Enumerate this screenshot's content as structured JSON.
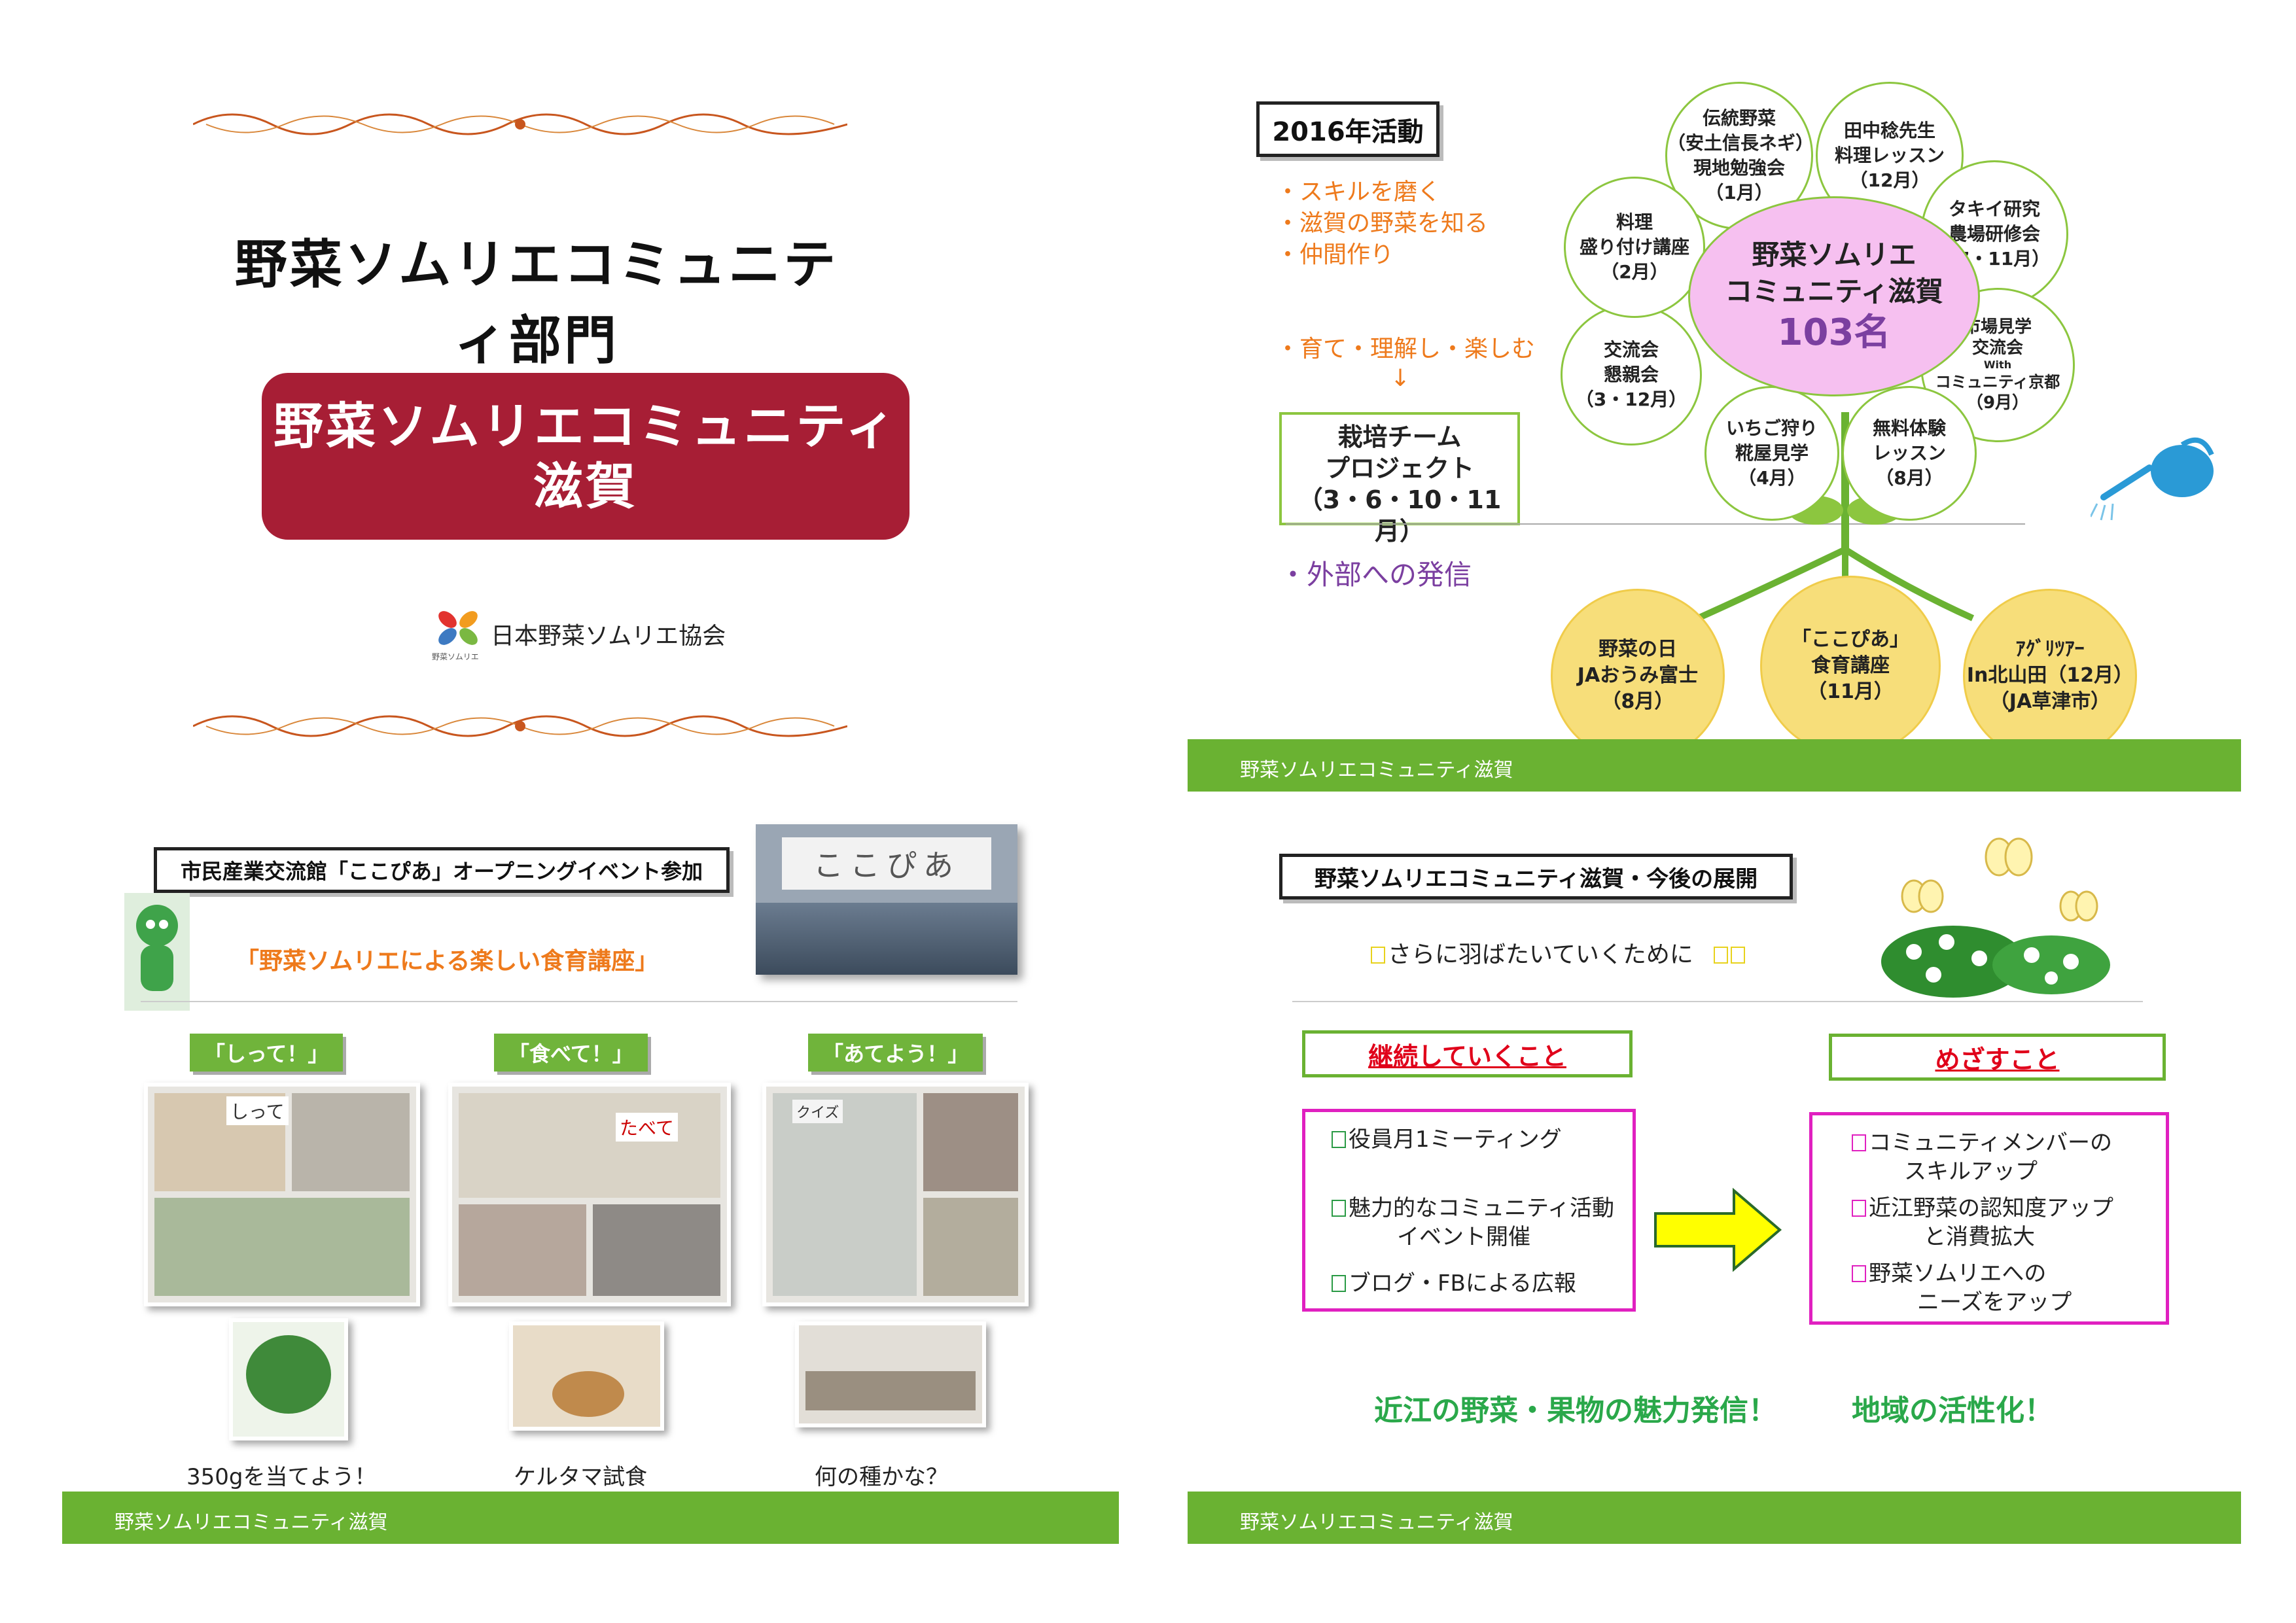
{
  "slide1": {
    "title": "野菜ソムリエコミュニティ部門",
    "box_line1": "野菜ソムリエコミュニティ",
    "box_line2": "滋賀",
    "org": "日本野菜ソムリエ協会",
    "logo_small": "野菜ソムリエ"
  },
  "slide2": {
    "badge": "2016年活動",
    "bullets": [
      "・スキルを磨く",
      "・滋賀の野菜を知る",
      "・仲間作り"
    ],
    "grow": "・育て・理解し・楽しむ",
    "arrow": "↓",
    "project_line1": "栽培チーム",
    "project_line2": "プロジェクト",
    "project_line3": "（3・6・10・11月）",
    "outreach": "・外部への発信",
    "center_line1": "野菜ソムリエ",
    "center_line2": "コミュニティ滋賀",
    "center_count": "103名",
    "petals": [
      {
        "lines": [
          "伝統野菜",
          "（安土信長ネギ）",
          "現地勉強会",
          "（1月）"
        ]
      },
      {
        "lines": [
          "田中稔先生",
          "料理レッスン",
          "（12月）"
        ]
      },
      {
        "lines": [
          "タキイ研究",
          "農場研修会",
          "（7・11月）"
        ]
      },
      {
        "lines": [
          "市場見学",
          "交流会",
          "With",
          "コミュニティ京都",
          "（9月）"
        ]
      },
      {
        "lines": [
          "無料体験",
          "レッスン",
          "（8月）"
        ]
      },
      {
        "lines": [
          "いちご狩り",
          "糀屋見学",
          "（4月）"
        ]
      },
      {
        "lines": [
          "交流会",
          "懇親会",
          "（3・12月）"
        ]
      },
      {
        "lines": [
          "料理",
          "盛り付け講座",
          "（2月）"
        ]
      }
    ],
    "roots": [
      {
        "lines": [
          "野菜の日",
          "JAおうみ富士",
          "（8月）"
        ]
      },
      {
        "lines": [
          "「ここぴあ」",
          "食育講座",
          "（11月）"
        ]
      },
      {
        "lines": [
          "ｱｸﾞﾘﾂｱｰ",
          "In北山田（12月）",
          "（JA草津市）"
        ]
      }
    ],
    "footer": "野菜ソムリエコミュニティ滋賀"
  },
  "slide3": {
    "event_title": "市民産業交流館「ここぴあ」オープニングイベント参加",
    "subtitle": "「野菜ソムリエによる楽しい食育講座」",
    "venue_sign": "ここぴあ",
    "tags": [
      "「しって！」",
      "「食べて！」",
      "「あてよう！」"
    ],
    "captions": [
      "350gを当てよう！",
      "ケルタマ試食",
      "何の種かな？"
    ],
    "photo_text": [
      "しって",
      "たべて",
      "クイズ"
    ],
    "footer": "野菜ソムリエコミュニティ滋賀"
  },
  "slide4": {
    "badge": "野菜ソムリエコミュニティ滋賀・今後の展開",
    "subtitle": "さらに羽ばたいていくために",
    "left_head": "継続していくこと",
    "right_head": "めざすこと",
    "left_items": [
      [
        "役員月1ミーティング"
      ],
      [
        "魅力的なコミュニティ活動",
        "イベント開催"
      ],
      [
        "ブログ・FBによる広報"
      ]
    ],
    "right_items": [
      [
        "コミュニティメンバーの",
        "スキルアップ"
      ],
      [
        "近江野菜の認知度アップ",
        "と消費拡大"
      ],
      [
        "野菜ソムリエへの",
        "ニーズをアップ"
      ]
    ],
    "slogan1": "近江の野菜・果物の魅力発信！",
    "slogan2": "地域の活性化！",
    "footer": "野菜ソムリエコミュニティ滋賀"
  },
  "colors": {
    "brand_red": "#a71e35",
    "footer_green": "#6ab232",
    "accent_orange": "#ee7a1c",
    "accent_purple": "#7b3fa0",
    "accent_magenta": "#e020c0",
    "slogan_green": "#2aa84a"
  }
}
